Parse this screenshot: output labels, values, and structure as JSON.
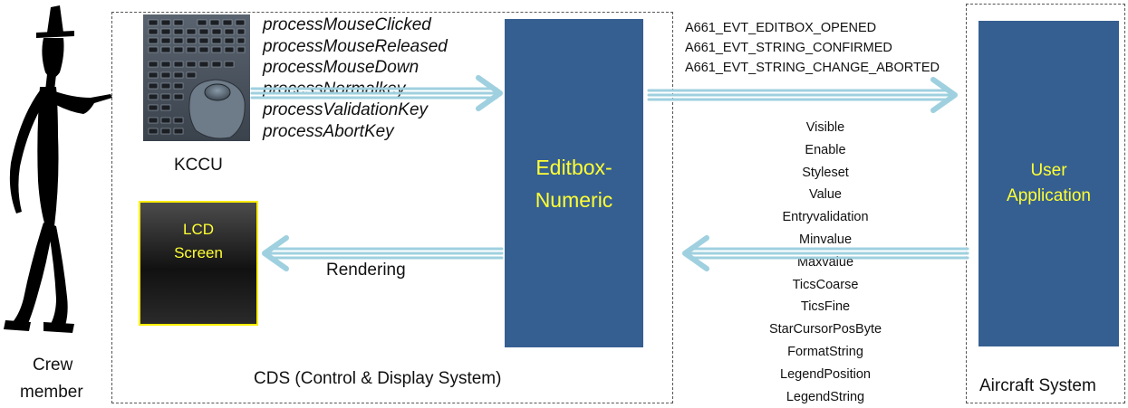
{
  "crew": {
    "label_line1": "Crew",
    "label_line2": "member"
  },
  "cds": {
    "label": "CDS (Control & Display System)"
  },
  "kccu": {
    "label": "KCCU"
  },
  "mouse_messages": [
    "processMouseClicked",
    "processMouseReleased",
    "processMouseDown",
    "processNormalkey",
    "processValidationKey",
    "processAbortKey"
  ],
  "editbox": {
    "line1": "Editbox-",
    "line2": "Numeric"
  },
  "lcd": {
    "line1": "LCD",
    "line2": "Screen"
  },
  "rendering": {
    "label": "Rendering"
  },
  "events": [
    "A661_EVT_EDITBOX_OPENED",
    "A661_EVT_STRING_CONFIRMED",
    "A661_EVT_STRING_CHANGE_ABORTED"
  ],
  "attributes": [
    "Visible",
    "Enable",
    "Styleset",
    "Value",
    "Entryvalidation",
    "Minvalue",
    "Maxvalue",
    "TicsCoarse",
    "TicsFine",
    "StarCursorPosByte",
    "FormatString",
    "LegendPosition",
    "LegendString"
  ],
  "aircraft": {
    "label": "Aircraft System"
  },
  "user_app": {
    "line1": "User",
    "line2": "Application"
  },
  "colors": {
    "box_blue": "#365f91",
    "box_text_yellow": "#ffff33",
    "arrow_light_blue": "#9fd0df",
    "lcd_border": "#ffee00"
  }
}
